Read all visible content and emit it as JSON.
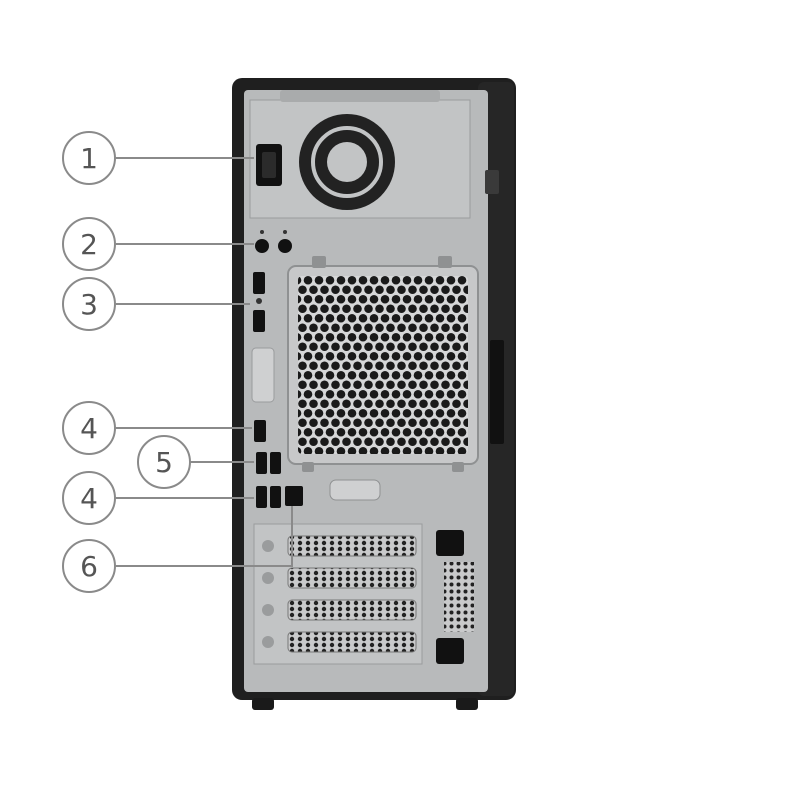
{
  "callouts": [
    {
      "number": "1",
      "target": "power-connector"
    },
    {
      "number": "2",
      "target": "audio-jacks"
    },
    {
      "number": "3",
      "target": "displayport-connectors"
    },
    {
      "number": "4",
      "target": "usb-port-top"
    },
    {
      "number": "5",
      "target": "usb-ports-pair"
    },
    {
      "number": "4",
      "target": "usb-ports-lower"
    },
    {
      "number": "6",
      "target": "ethernet-port"
    }
  ],
  "colors": {
    "chassis": "#1f1f1f",
    "panel": "#b8babb",
    "port": "#111111",
    "callout_stroke": "#8a8a8a",
    "callout_text": "#555555"
  },
  "icons": [
    "headphone-icon",
    "displayport-icon",
    "usb-icon",
    "ethernet-icon",
    "fan-grill-icon"
  ]
}
